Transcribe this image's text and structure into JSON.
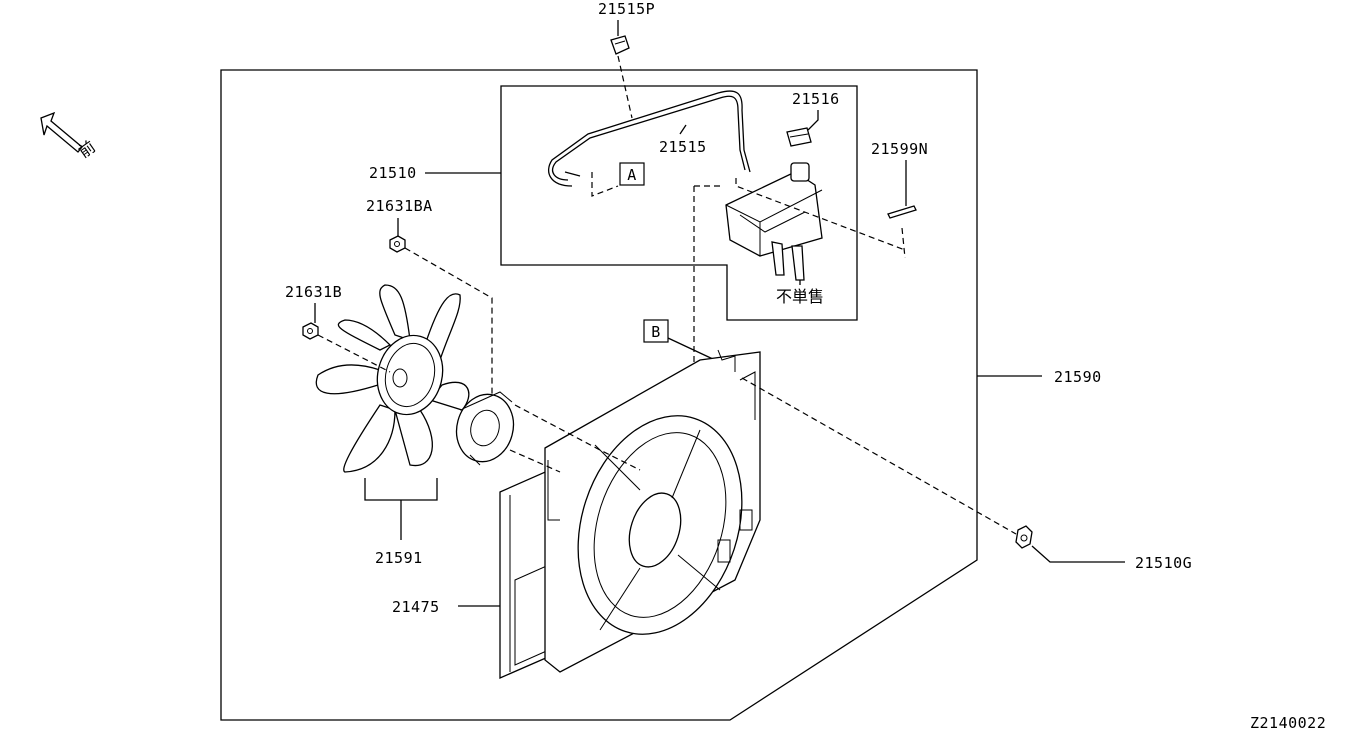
{
  "diagram": {
    "drawing_number": "Z2140022",
    "front_indicator": "前",
    "not_sold_separately_note": "不単售",
    "ref_markers": {
      "a": "A",
      "b": "B"
    },
    "part_labels": {
      "p21515p": "21515P",
      "p21516": "21516",
      "p21515": "21515",
      "p21510": "21510",
      "p21599n": "21599N",
      "p21631ba": "21631BA",
      "p21631b": "21631B",
      "p21590": "21590",
      "p21591": "21591",
      "p21475": "21475",
      "p21510g": "21510G"
    }
  }
}
